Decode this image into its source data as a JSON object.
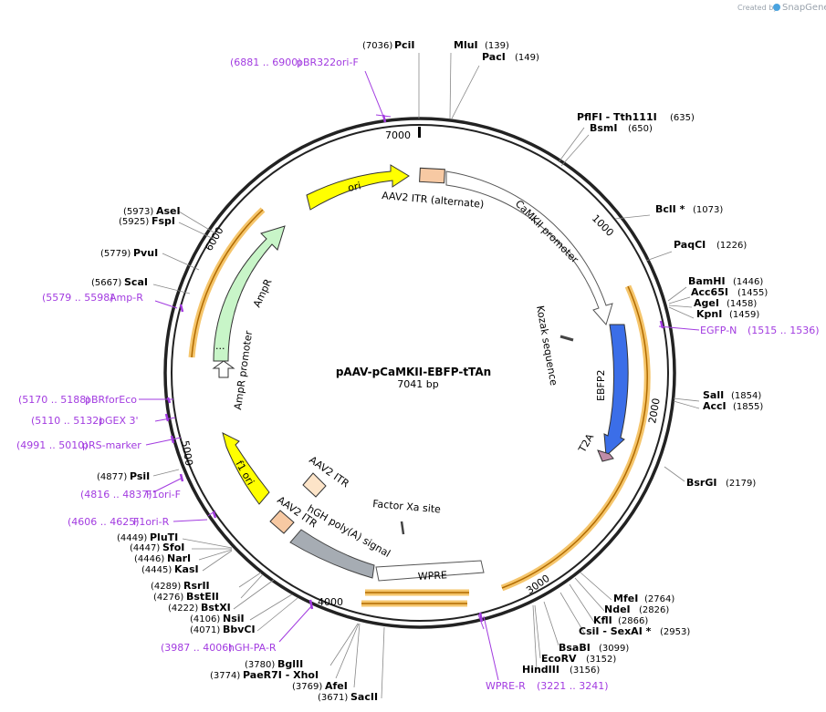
{
  "credit": {
    "prefix": "Created by",
    "brand": "SnapGene"
  },
  "plasmid": {
    "name": "pAAV-pCaMKII-EBFP-tTAn",
    "length": "7041 bp"
  },
  "ticks": [
    "1000",
    "2000",
    "3000",
    "4000",
    "5000",
    "6000",
    "7000"
  ],
  "enzymes": [
    {
      "pos": "(7036)",
      "name": "PciI"
    },
    {
      "pos": "(139)",
      "name": "MluI"
    },
    {
      "pos": "(149)",
      "name": "PacI"
    },
    {
      "pos": "(635)",
      "name": "PflFI  - Tth111I"
    },
    {
      "pos": "(650)",
      "name": "BsmI"
    },
    {
      "pos": "(1073)",
      "name": "BclI *"
    },
    {
      "pos": "(1226)",
      "name": "PaqCI"
    },
    {
      "pos": "(1446)",
      "name": "BamHI"
    },
    {
      "pos": "(1455)",
      "name": "Acc65I"
    },
    {
      "pos": "(1458)",
      "name": "AgeI"
    },
    {
      "pos": "(1459)",
      "name": "KpnI"
    },
    {
      "pos": "(1854)",
      "name": "SalI"
    },
    {
      "pos": "(1855)",
      "name": "AccI"
    },
    {
      "pos": "(2179)",
      "name": "BsrGI"
    },
    {
      "pos": "(2764)",
      "name": "MfeI"
    },
    {
      "pos": "(2826)",
      "name": "NdeI"
    },
    {
      "pos": "(2866)",
      "name": "KflI"
    },
    {
      "pos": "(2953)",
      "name": "CsiI  - SexAI *"
    },
    {
      "pos": "(3099)",
      "name": "BsaBI"
    },
    {
      "pos": "(3152)",
      "name": "EcoRV"
    },
    {
      "pos": "(3156)",
      "name": "HindIII"
    },
    {
      "pos": "(3671)",
      "name": "SacII"
    },
    {
      "pos": "(3769)",
      "name": "AfeI"
    },
    {
      "pos": "(3774)",
      "name": "PaeR7I  - XhoI"
    },
    {
      "pos": "(3780)",
      "name": "BglII"
    },
    {
      "pos": "(4071)",
      "name": "BbvCI"
    },
    {
      "pos": "(4106)",
      "name": "NsiI"
    },
    {
      "pos": "(4222)",
      "name": "BstXI"
    },
    {
      "pos": "(4276)",
      "name": "BstEII"
    },
    {
      "pos": "(4289)",
      "name": "RsrII"
    },
    {
      "pos": "(4445)",
      "name": "KasI"
    },
    {
      "pos": "(4446)",
      "name": "NarI"
    },
    {
      "pos": "(4447)",
      "name": "SfoI"
    },
    {
      "pos": "(4449)",
      "name": "PluTI"
    },
    {
      "pos": "(4877)",
      "name": "PsiI"
    },
    {
      "pos": "(5667)",
      "name": "ScaI"
    },
    {
      "pos": "(5779)",
      "name": "PvuI"
    },
    {
      "pos": "(5925)",
      "name": "FspI"
    },
    {
      "pos": "(5973)",
      "name": "AseI"
    }
  ],
  "primers": [
    {
      "name": "pBR322ori-F",
      "range": "(6881 .. 6900)"
    },
    {
      "name": "EGFP-N",
      "range": "(1515 .. 1536)"
    },
    {
      "name": "WPRE-R",
      "range": "(3221 .. 3241)"
    },
    {
      "name": "hGH-PA-R",
      "range": "(3987 .. 4006)"
    },
    {
      "name": "F1ori-R",
      "range": "(4606 .. 4625)"
    },
    {
      "name": "F1ori-F",
      "range": "(4816 .. 4837)"
    },
    {
      "name": "pRS-marker",
      "range": "(4991 .. 5010)"
    },
    {
      "name": "pGEX 3'",
      "range": "(5110 .. 5132)"
    },
    {
      "name": "pBRforEco",
      "range": "(5170 .. 5188)"
    },
    {
      "name": "Amp-R",
      "range": "(5579 .. 5598)"
    }
  ],
  "features": [
    {
      "label": "ori",
      "color": "#ffff00"
    },
    {
      "label": "AAV2 ITR (alternate)",
      "color": "#f7c9a3"
    },
    {
      "label": "CaMKII promoter",
      "color": "#ffffff"
    },
    {
      "label": "Kozak sequence",
      "color": "#ffffff"
    },
    {
      "label": "EBFP2",
      "color": "#3b6ee8"
    },
    {
      "label": "T2A",
      "color": "#c08ca8"
    },
    {
      "label": "Factor Xa site",
      "color": "#ffffff"
    },
    {
      "label": "WPRE",
      "color": "#ffffff"
    },
    {
      "label": "hGH poly(A) signal",
      "color": "#a6acb3"
    },
    {
      "label": "AAV2 ITR",
      "color": "#f7c9a3"
    },
    {
      "label": "AAV2 ITR",
      "color": "#fde4c8"
    },
    {
      "label": "f1 ori",
      "color": "#ffff00"
    },
    {
      "label": "AmpR promoter",
      "color": "#ffffff"
    },
    {
      "label": "AmpR",
      "color": "#c8f5c8"
    }
  ],
  "colors": {
    "primer": "#a23be0",
    "highlight": "#f5c56b",
    "backbone": "#222222"
  }
}
